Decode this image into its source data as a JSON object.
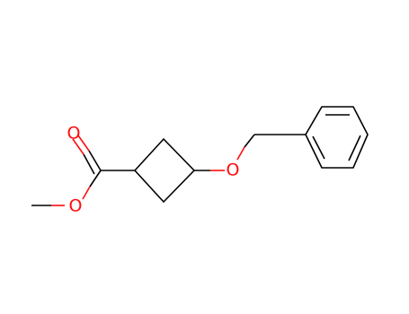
{
  "molecule": {
    "atoms": {
      "carbonyl_oxygen": "O",
      "ester_oxygen": "O",
      "ether_oxygen": "O"
    },
    "colors": {
      "bond": "#000000",
      "oxygen": "#ff0d0d"
    }
  }
}
